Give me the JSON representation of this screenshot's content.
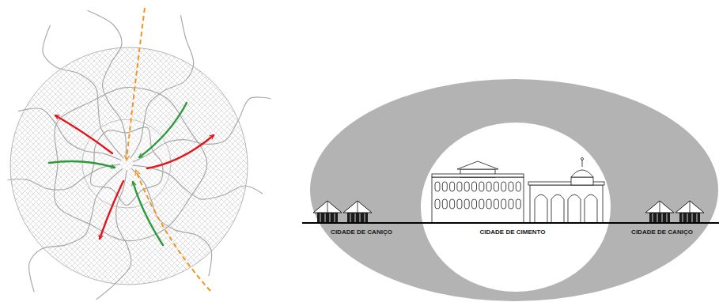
{
  "diagram": {
    "nodes": [
      {
        "text": [
          "CIDADE DE CANIÇO",
          "CIDADE DE CANIÇO"
        ]
      },
      {
        "text": [
          "CIDADE DE CIMENTO"
        ],
        "in": 0
      }
    ]
  }
}
